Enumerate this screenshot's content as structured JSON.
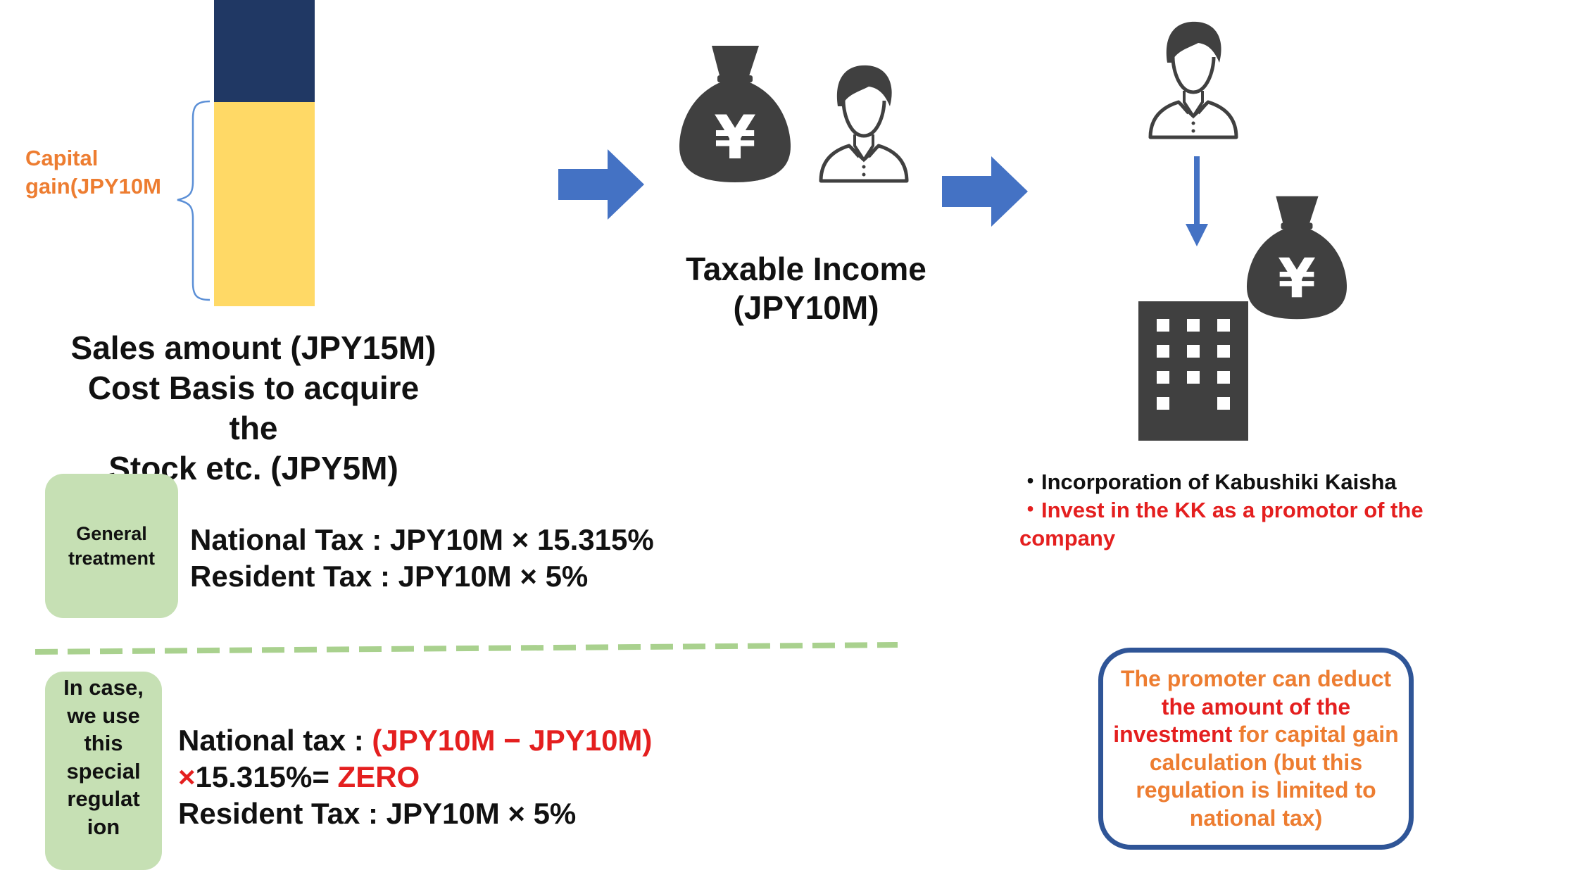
{
  "colors": {
    "navy": "#203864",
    "gold": "#ffd966",
    "orange": "#ed7d31",
    "red": "#e41f1f",
    "arrow_blue": "#4472c4",
    "icon_gray": "#404040",
    "green_box": "#c6e0b4",
    "green_dash": "#a9d18e",
    "box_border": "#2f5597"
  },
  "icons": [
    "money-bag-yen-icon",
    "person-icon",
    "building-icon",
    "arrow-right-icon",
    "arrow-down-icon",
    "brace-icon"
  ],
  "stock_bar": {
    "gain_label_line1": "Capital",
    "gain_label_line2": "gain(JPY10M",
    "sales_line1": "Sales amount (JPY15M)",
    "sales_line2": "Cost Basis to acquire the",
    "sales_line3": "Stock etc. (JPY5M)"
  },
  "money_bag_symbol": "¥",
  "taxable": {
    "line1": "Taxable Income",
    "line2": "(JPY10M)"
  },
  "kk": {
    "line1": "・Incorporation of Kabushiki Kaisha",
    "line2": "・Invest in the KK as a promotor of the company"
  },
  "general": {
    "label": "General treatment",
    "national": "National  Tax : JPY10M × 15.315%",
    "resident": "Resident Tax : JPY10M × 5%"
  },
  "special": {
    "label": "In case, we use this special regulat ion",
    "national_prefix": "National tax : ",
    "national_formula": "(JPY10M − JPY10M)",
    "times": "×",
    "rate": "15.315%= ",
    "zero": "ZERO",
    "resident": "Resident Tax : JPY10M × 5%"
  },
  "promoter": {
    "part1": "The promoter can deduct ",
    "part2": "the amount of the investment",
    "part3": " for capital gain calculation (but this regulation is limited to national tax)"
  }
}
